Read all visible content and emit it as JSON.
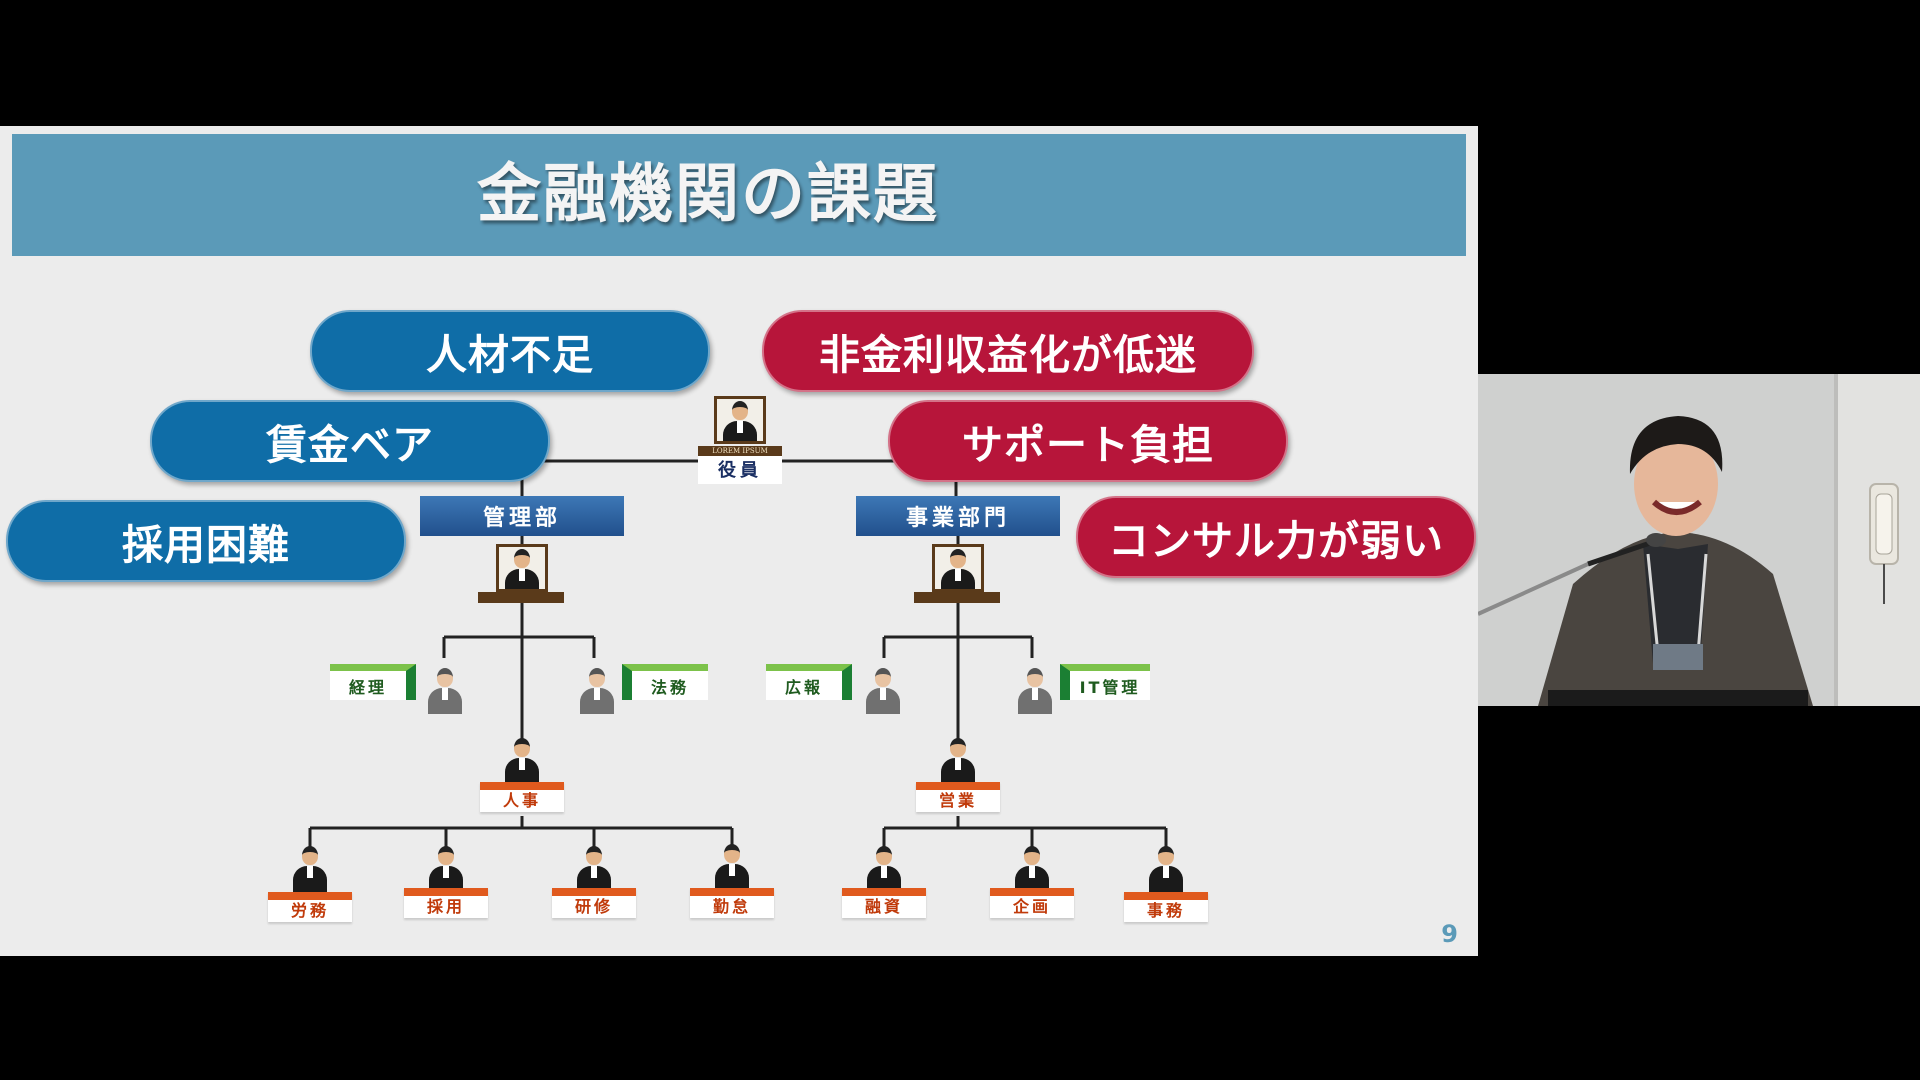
{
  "slide": {
    "title": "金融機関の課題",
    "page_number": "9",
    "issues_left": [
      "人材不足",
      "賃金ベア",
      "採用困難"
    ],
    "issues_right": [
      "非金利収益化が低迷",
      "サポート負担",
      "コンサル力が弱い"
    ],
    "colors": {
      "title_bar": "#5b9ab8",
      "issue_blue": "#0f6da7",
      "issue_red": "#b7153a",
      "plate_orange": "#e05a1e",
      "label_green": "#7cc24a"
    }
  },
  "org_chart": {
    "executive": {
      "plate_text": "LOREM IPSUM",
      "label": "役員"
    },
    "departments": {
      "left": {
        "name": "管理部",
        "staff": [
          "経理",
          "法務"
        ],
        "sub_head": "人事",
        "members": [
          "労務",
          "採用",
          "研修",
          "勤怠"
        ]
      },
      "right": {
        "name": "事業部門",
        "staff": [
          "広報",
          "IT管理"
        ],
        "sub_head": "営業",
        "members": [
          "融資",
          "企画",
          "事務"
        ]
      }
    }
  },
  "video": {
    "icons": [
      "microphone-icon",
      "wall-phone-icon"
    ]
  }
}
